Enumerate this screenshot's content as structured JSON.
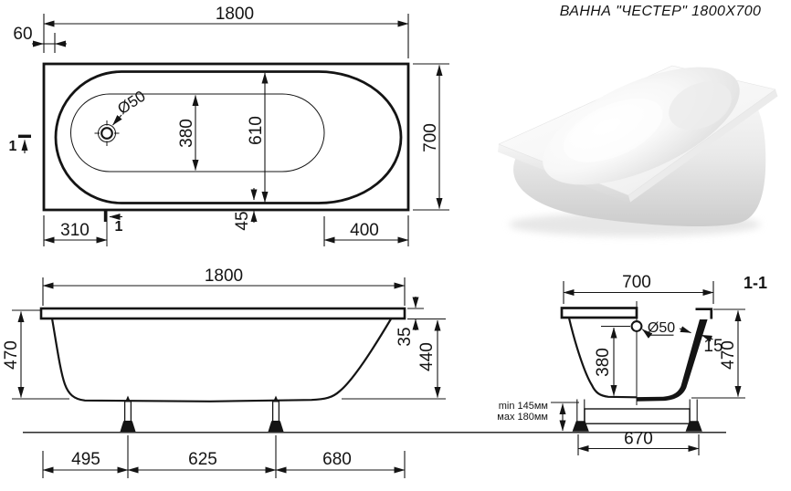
{
  "title": "ВАННА \"ЧЕСТЕР\" 1800X700",
  "colors": {
    "line": "#141414",
    "background": "#ffffff"
  },
  "plan_view": {
    "dim_length": "1800",
    "dim_rim_offset": "60",
    "dim_width": "700",
    "dim_drain": "Ø50",
    "dim_bottom_width": "380",
    "dim_top_width": "610",
    "dim_rim_margin": "45",
    "dim_drain_offset": "310",
    "dim_end_radius": "400",
    "section_marker": "1"
  },
  "front_view": {
    "dim_length": "1800",
    "dim_height": "470",
    "dim_rim_height": "35",
    "dim_body_height": "440",
    "dim_foot_left": "495",
    "dim_feet_span": "625",
    "dim_foot_right": "680"
  },
  "section_view": {
    "label": "1-1",
    "dim_width": "700",
    "dim_drain": "Ø50",
    "dim_wall": "15",
    "dim_depth": "380",
    "dim_height": "470",
    "dim_leg_min": "min 145мм",
    "dim_leg_max": "мах 180мм",
    "dim_frame": "670"
  }
}
